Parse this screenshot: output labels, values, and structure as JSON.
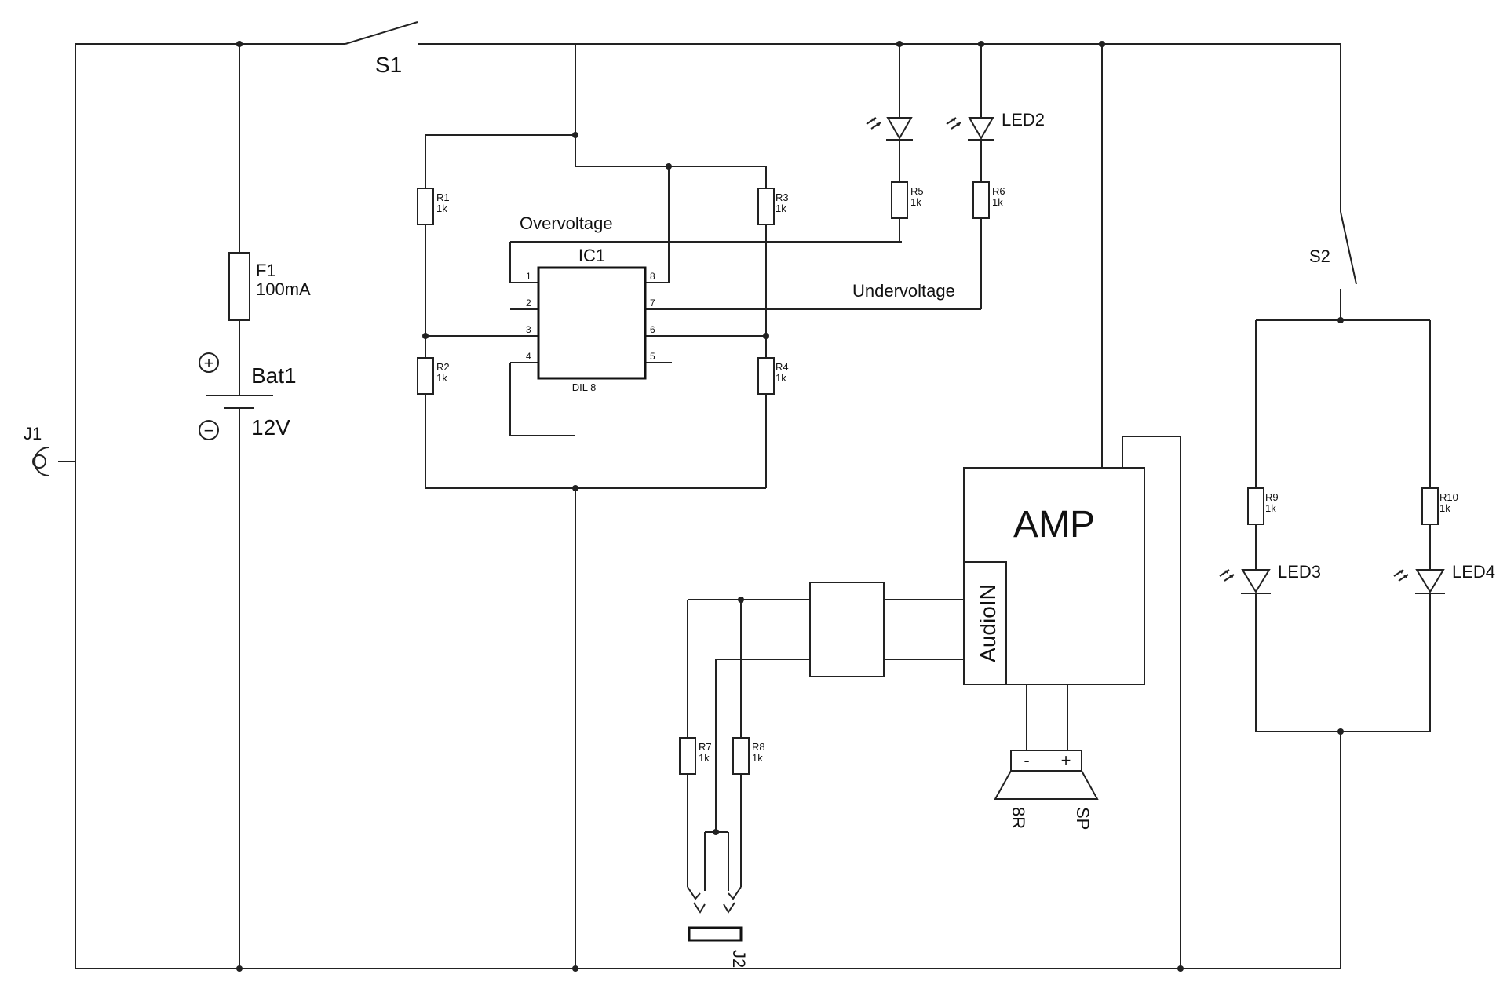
{
  "labels": {
    "s1": "S1",
    "s2": "S2",
    "j1": "J1",
    "j2": "J2",
    "f1": "F1",
    "f1_val": "100mA",
    "bat1": "Bat1",
    "bat_v": "12V",
    "ic1": "IC1",
    "ic_pkg": "DIL 8",
    "overvoltage": "Overvoltage",
    "undervoltage": "Undervoltage",
    "led2": "LED2",
    "led3": "LED3",
    "led4": "LED4",
    "amp": "AMP",
    "audio_in": "AudioIN",
    "sp_minus": "-",
    "sp_plus": "+",
    "sp_imp": "8R",
    "sp_name": "SP"
  },
  "resistors": [
    {
      "name": "R1",
      "value": "1k"
    },
    {
      "name": "R2",
      "value": "1k"
    },
    {
      "name": "R3",
      "value": "1k"
    },
    {
      "name": "R4",
      "value": "1k"
    },
    {
      "name": "R5",
      "value": "1k"
    },
    {
      "name": "R6",
      "value": "1k"
    },
    {
      "name": "R7",
      "value": "1k"
    },
    {
      "name": "R8",
      "value": "1k"
    },
    {
      "name": "R9",
      "value": "1k"
    },
    {
      "name": "R10",
      "value": "1k"
    }
  ],
  "ic_pins": [
    "1",
    "2",
    "3",
    "4",
    "5",
    "6",
    "7",
    "8"
  ],
  "battery_symbols": {
    "plus": "+",
    "minus": "−"
  }
}
